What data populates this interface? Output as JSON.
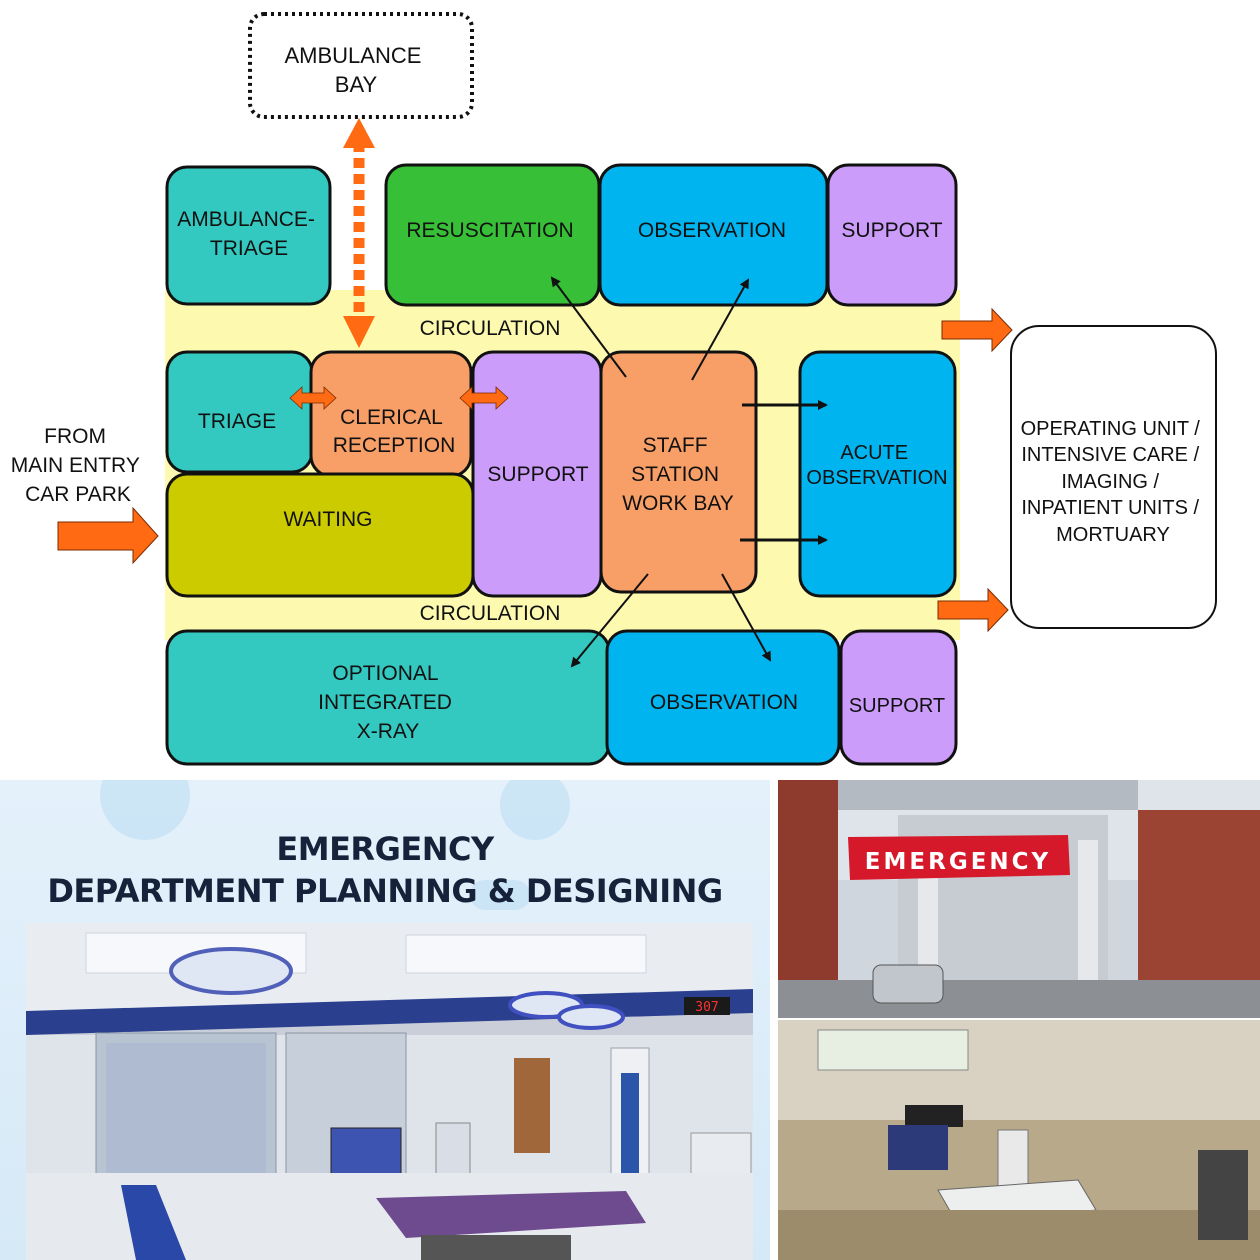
{
  "diagram": {
    "external_top": [
      "AMBULANCE",
      "BAY"
    ],
    "corridor_top": "CIRCULATION",
    "corridor_bottom": "CIRCULATION",
    "entry_label": [
      "FROM",
      "MAIN ENTRY",
      "CAR PARK"
    ],
    "exit_box": [
      "OPERATING UNIT /",
      "INTENSIVE CARE /",
      "IMAGING /",
      "INPATIENT UNITS /",
      "MORTUARY"
    ],
    "rooms": {
      "ambulance_triage": [
        "AMBULANCE-",
        "TRIAGE"
      ],
      "resuscitation": [
        "RESUSCITATION"
      ],
      "observation_top": [
        "OBSERVATION"
      ],
      "support_top": [
        "SUPPORT"
      ],
      "triage": [
        "TRIAGE"
      ],
      "clerical_reception": [
        "CLERICAL",
        "RECEPTION"
      ],
      "support_mid": [
        "SUPPORT"
      ],
      "staff_station": [
        "STAFF",
        "STATION",
        "WORK BAY"
      ],
      "acute_observation": [
        "ACUTE",
        "OBSERVATION"
      ],
      "waiting": [
        "WAITING"
      ],
      "xray": [
        "OPTIONAL",
        "INTEGRATED",
        "X-RAY"
      ],
      "observation_bottom": [
        "OBSERVATION"
      ],
      "support_bottom": [
        "SUPPORT"
      ]
    },
    "colors": {
      "circulation": "#fdfab0",
      "teal": "#33c9c0",
      "green": "#37bf37",
      "blue": "#00b4ef",
      "purple": "#cc9cfa",
      "orange": "#f79f67",
      "olive": "#cbcb00",
      "arrow": "#ff6a13"
    }
  },
  "poster": {
    "title_line1": "EMERGENCY",
    "title_line2": "DEPARTMENT PLANNING & DESIGNING",
    "room_clock": "307"
  },
  "photo": {
    "sign": "EMERGENCY"
  }
}
